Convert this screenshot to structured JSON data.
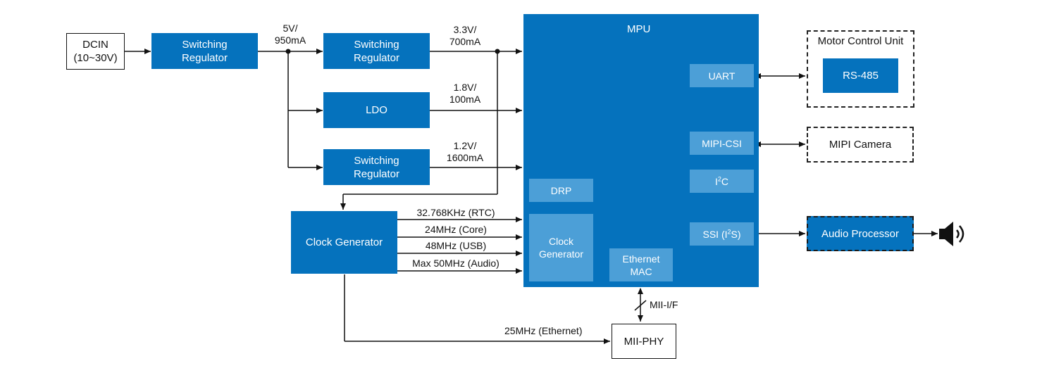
{
  "colors": {
    "block": "#0572bd",
    "sub_block": "#4c9fd7",
    "line": "#111111"
  },
  "dcin": {
    "line1": "DCIN",
    "line2": "(10~30V)"
  },
  "switching_regulator_1": {
    "line1": "Switching",
    "line2": "Regulator"
  },
  "switching_regulator_2": {
    "line1": "Switching",
    "line2": "Regulator"
  },
  "switching_regulator_3": {
    "line1": "Switching",
    "line2": "Regulator"
  },
  "ldo": "LDO",
  "rail_5v": {
    "voltage": "5V/",
    "current": "950mA"
  },
  "rail_3v3": {
    "voltage": "3.3V/",
    "current": "700mA"
  },
  "rail_1v8": {
    "voltage": "1.8V/",
    "current": "100mA"
  },
  "rail_1v2": {
    "voltage": "1.2V/",
    "current": "1600mA"
  },
  "clock_generator": "Clock Generator",
  "clock_signals": [
    "32.768KHz (RTC)",
    "24MHz (Core)",
    "48MHz (USB)",
    "Max 50MHz (Audio)"
  ],
  "mpu": {
    "title": "MPU",
    "uart": "UART",
    "mipi_csi": "MIPI-CSI",
    "i2c_prefix": "I",
    "i2c_sup": "2",
    "i2c_suffix": "C",
    "ssi_prefix": "SSI (I",
    "ssi_sup": "2",
    "ssi_suffix": "S)",
    "drp": "DRP",
    "clock_gen": {
      "line1": "Clock",
      "line2": "Generator"
    },
    "ethernet_mac": {
      "line1": "Ethernet",
      "line2": "MAC"
    }
  },
  "motor_control_unit": {
    "title": "Motor Control Unit",
    "rs485": "RS-485"
  },
  "mipi_camera": "MIPI Camera",
  "audio_processor": "Audio Processor",
  "mii_if": "MII-I/F",
  "mii_phy": "MII-PHY",
  "ethernet_clock": "25MHz (Ethernet)",
  "icons": {
    "speaker": "speaker-icon"
  }
}
